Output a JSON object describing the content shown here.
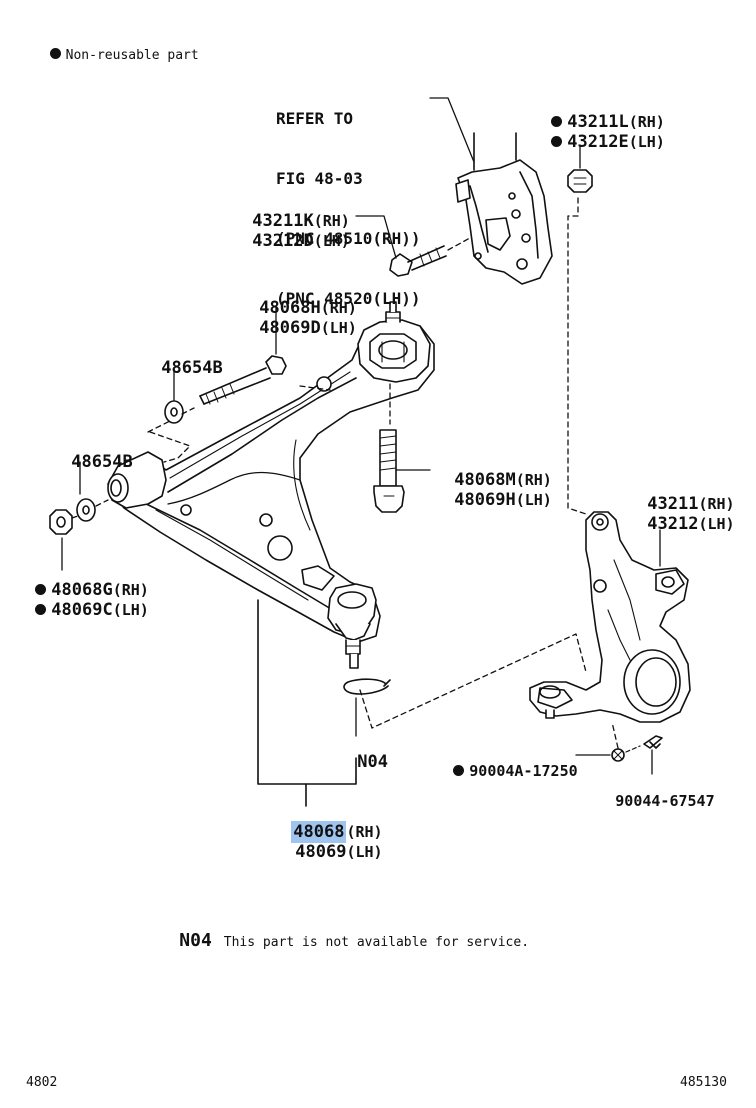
{
  "legend": {
    "non_reusable": "Non-reusable part"
  },
  "refer": {
    "line1": "REFER TO",
    "line2": "FIG 48-03",
    "line3": "(PNC 48510(RH))",
    "line4": "(PNC 48520(LH))"
  },
  "parts": {
    "p43211L": "43211L",
    "p43211L_sfx": "(RH)",
    "p43212E": "43212E",
    "p43212E_sfx": "(LH)",
    "p43211K": "43211K",
    "p43211K_sfx": "(RH)",
    "p43212D": "43212D",
    "p43212D_sfx": "(LH)",
    "p48068H": "48068H",
    "p48068H_sfx": "(RH)",
    "p48069D": "48069D",
    "p48069D_sfx": "(LH)",
    "p48654B_top": "48654B",
    "p48654B_left": "48654B",
    "p48068M": "48068M",
    "p48068M_sfx": "(RH)",
    "p48069H": "48069H",
    "p48069H_sfx": "(LH)",
    "p43211": "43211",
    "p43211_sfx": "(RH)",
    "p43212": "43212",
    "p43212_sfx": "(LH)",
    "p48068G": "48068G",
    "p48068G_sfx": "(RH)",
    "p48069C": "48069C",
    "p48069C_sfx": "(LH)",
    "pN04": "N04",
    "p90004A": "90004A-17250",
    "p90044": "90044-67547",
    "p48068": "48068",
    "p48068_sfx": "(RH)",
    "p48069": "48069",
    "p48069_sfx": "(LH)"
  },
  "note": {
    "code": "N04",
    "text": "This part is not available for service."
  },
  "footer": {
    "left": "4802",
    "right": "485130"
  }
}
